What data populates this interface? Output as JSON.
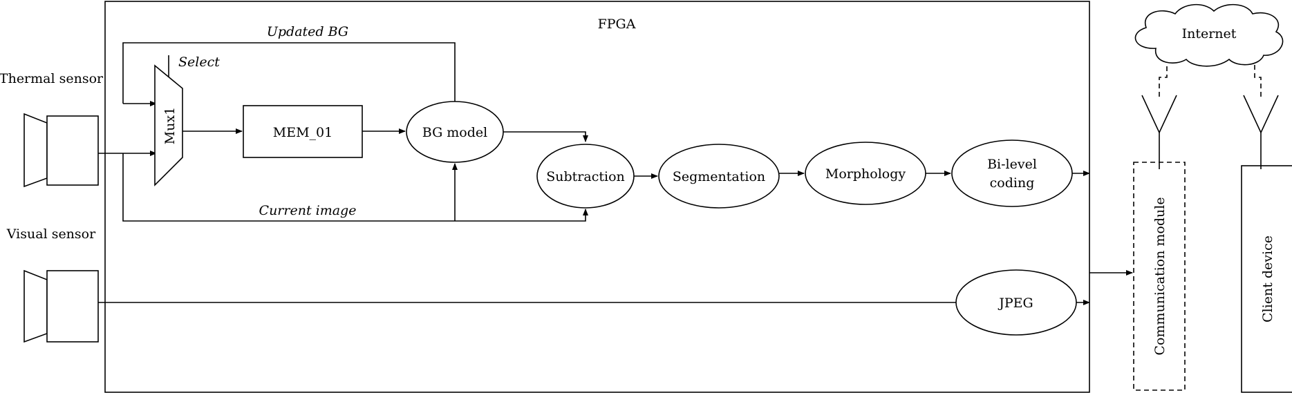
{
  "fpga": {
    "title": "FPGA"
  },
  "sensors": {
    "thermal": "Thermal sensor",
    "visual": "Visual sensor"
  },
  "signals": {
    "updated_bg": "Updated BG",
    "select": "Select",
    "current_image": "Current image"
  },
  "blocks": {
    "mux": "Mux1",
    "mem": "MEM_01",
    "bg_model": "BG model",
    "subtraction": "Subtraction",
    "segmentation": "Segmentation",
    "morphology": "Morphology",
    "bilevel_line1": "Bi-level",
    "bilevel_line2": "coding",
    "jpeg": "JPEG"
  },
  "network": {
    "internet": "Internet",
    "communication_module": "Communication module",
    "client_device": "Client device"
  }
}
